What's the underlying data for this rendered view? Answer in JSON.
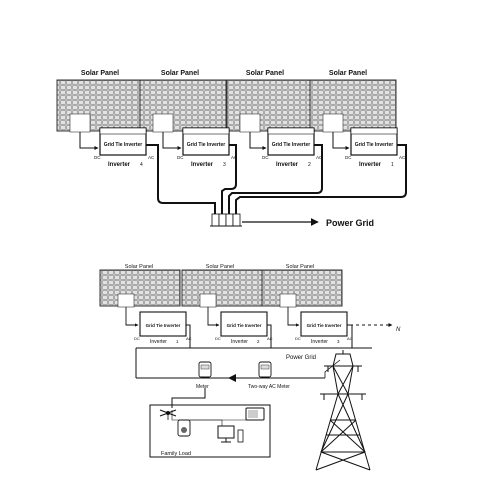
{
  "top_system": {
    "solar_panel_label": "Solar Panel",
    "inverter_box_label": "Grid Tie Inverter",
    "inverter_caption": "Inverter",
    "dc_label": "DC",
    "ac_label": "AC",
    "inverter_numbers": [
      "4",
      "3",
      "2",
      "1"
    ],
    "power_grid_label": "Power Grid"
  },
  "bottom_system": {
    "solar_panel_label": "Solar Panel",
    "inverter_box_label": "Grid Tie Inverter",
    "inverter_caption": "Inverter",
    "dc_label": "DC",
    "ac_label": "AC",
    "inverter_numbers": [
      "1",
      "2",
      "3"
    ],
    "continuation_label": "N",
    "power_grid_label": "Power Grid",
    "meter_label": "Meter",
    "two_way_meter_label": "Two-way AC Meter",
    "family_load_label": "Family Load"
  },
  "icons": {
    "panel": "solar-panel-icon",
    "meter": "electric-meter-icon",
    "tower": "transmission-tower-icon",
    "appliances": [
      "fan-icon",
      "rice-cooker-icon",
      "computer-icon",
      "microwave-icon"
    ]
  }
}
